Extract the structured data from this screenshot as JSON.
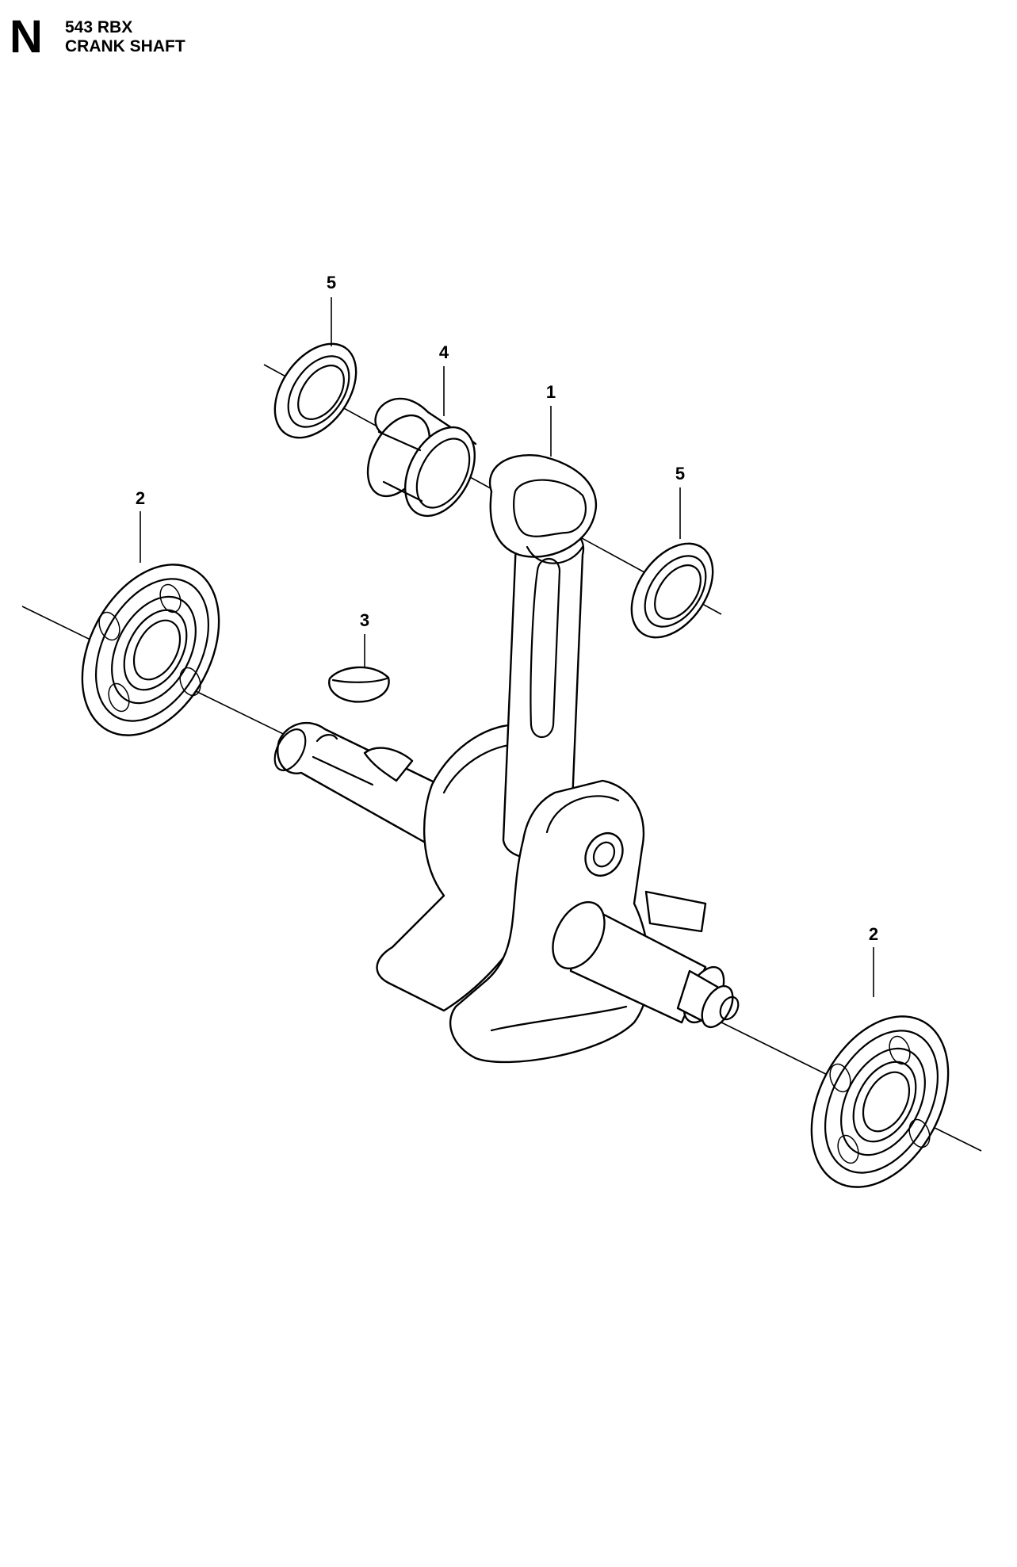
{
  "header": {
    "section_letter": "N",
    "model": "543 RBX",
    "title": "CRANK SHAFT"
  },
  "callouts": [
    {
      "id": "c5a",
      "label": "5"
    },
    {
      "id": "c4",
      "label": "4"
    },
    {
      "id": "c1",
      "label": "1"
    },
    {
      "id": "c5b",
      "label": "5"
    },
    {
      "id": "c2a",
      "label": "2"
    },
    {
      "id": "c3",
      "label": "3"
    },
    {
      "id": "c2b",
      "label": "2"
    }
  ]
}
